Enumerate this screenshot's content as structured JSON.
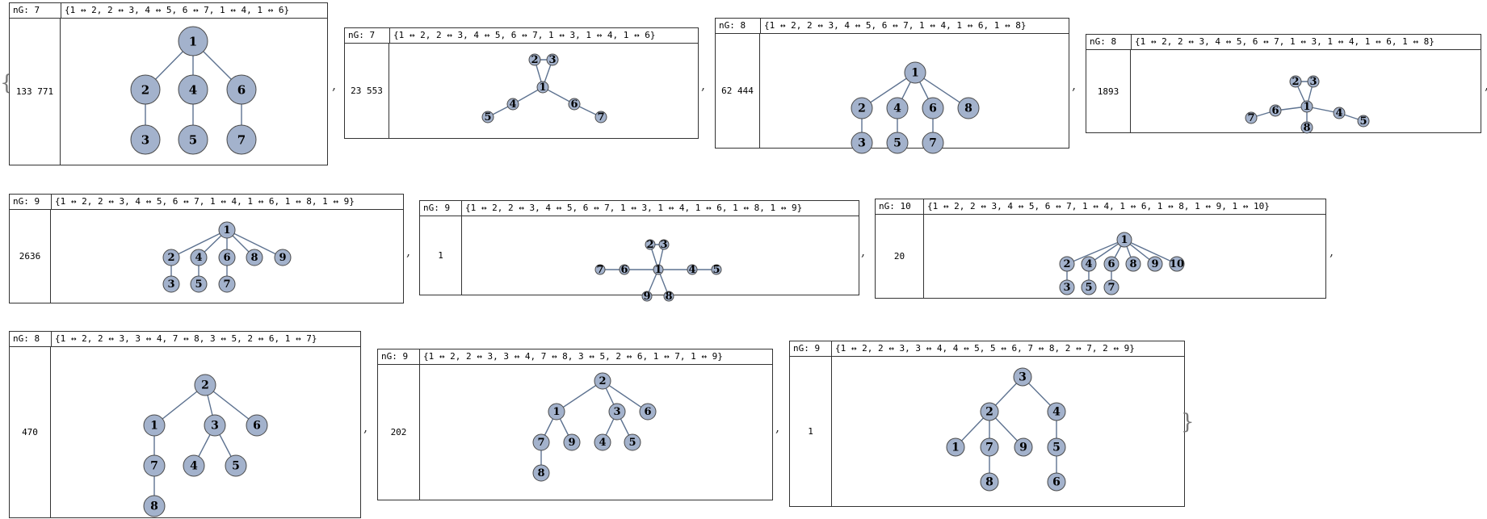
{
  "open_brace": "{",
  "close_brace": "}",
  "separator": ",",
  "panels": [
    {
      "ng": "nG: 7",
      "edges": "{1 ↔ 2, 2 ↔ 3, 4 ↔ 5, 6 ↔ 7, 1 ↔ 4, 1 ↔ 6}",
      "count": "133 771"
    },
    {
      "ng": "nG: 7",
      "edges": "{1 ↔ 2, 2 ↔ 3, 4 ↔ 5, 6 ↔ 7, 1 ↔ 3, 1 ↔ 4, 1 ↔ 6}",
      "count": "23 553"
    },
    {
      "ng": "nG: 8",
      "edges": "{1 ↔ 2, 2 ↔ 3, 4 ↔ 5, 6 ↔ 7, 1 ↔ 4, 1 ↔ 6, 1 ↔ 8}",
      "count": "62 444"
    },
    {
      "ng": "nG: 8",
      "edges": "{1 ↔ 2, 2 ↔ 3, 4 ↔ 5, 6 ↔ 7, 1 ↔ 3, 1 ↔ 4, 1 ↔ 6, 1 ↔ 8}",
      "count": "1893"
    },
    {
      "ng": "nG: 9",
      "edges": "{1 ↔ 2, 2 ↔ 3, 4 ↔ 5, 6 ↔ 7, 1 ↔ 4, 1 ↔ 6, 1 ↔ 8, 1 ↔ 9}",
      "count": "2636"
    },
    {
      "ng": "nG: 9",
      "edges": "{1 ↔ 2, 2 ↔ 3, 4 ↔ 5, 6 ↔ 7, 1 ↔ 3, 1 ↔ 4, 1 ↔ 6, 1 ↔ 8, 1 ↔ 9}",
      "count": "1"
    },
    {
      "ng": "nG: 10",
      "edges": "{1 ↔ 2, 2 ↔ 3, 4 ↔ 5, 6 ↔ 7, 1 ↔ 4, 1 ↔ 6, 1 ↔ 8, 1 ↔ 9, 1 ↔ 10}",
      "count": "20"
    },
    {
      "ng": "nG: 8",
      "edges": "{1 ↔ 2, 2 ↔ 3, 3 ↔ 4, 7 ↔ 8, 3 ↔ 5, 2 ↔ 6, 1 ↔ 7}",
      "count": "470"
    },
    {
      "ng": "nG: 9",
      "edges": "{1 ↔ 2, 2 ↔ 3, 3 ↔ 4, 7 ↔ 8, 3 ↔ 5, 2 ↔ 6, 1 ↔ 7, 1 ↔ 9}",
      "count": "202"
    },
    {
      "ng": "nG: 9",
      "edges": "{1 ↔ 2, 2 ↔ 3, 3 ↔ 4, 4 ↔ 5, 5 ↔ 6, 7 ↔ 8, 2 ↔ 7, 2 ↔ 9}",
      "count": "1"
    }
  ]
}
